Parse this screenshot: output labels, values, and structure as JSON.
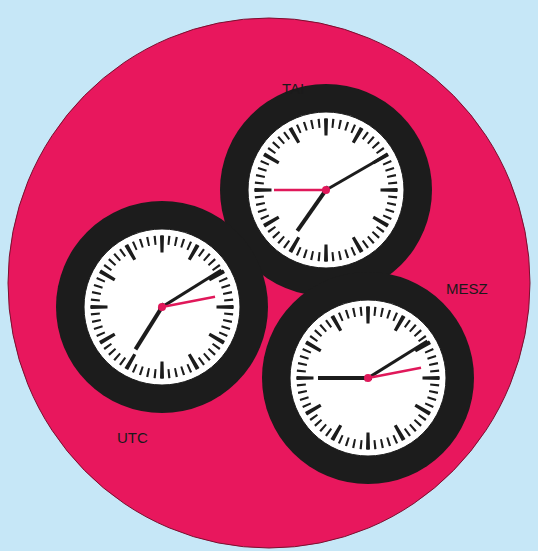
{
  "diagram": {
    "labels": [
      "TAI",
      "MESZ",
      "UTC"
    ]
  }
}
